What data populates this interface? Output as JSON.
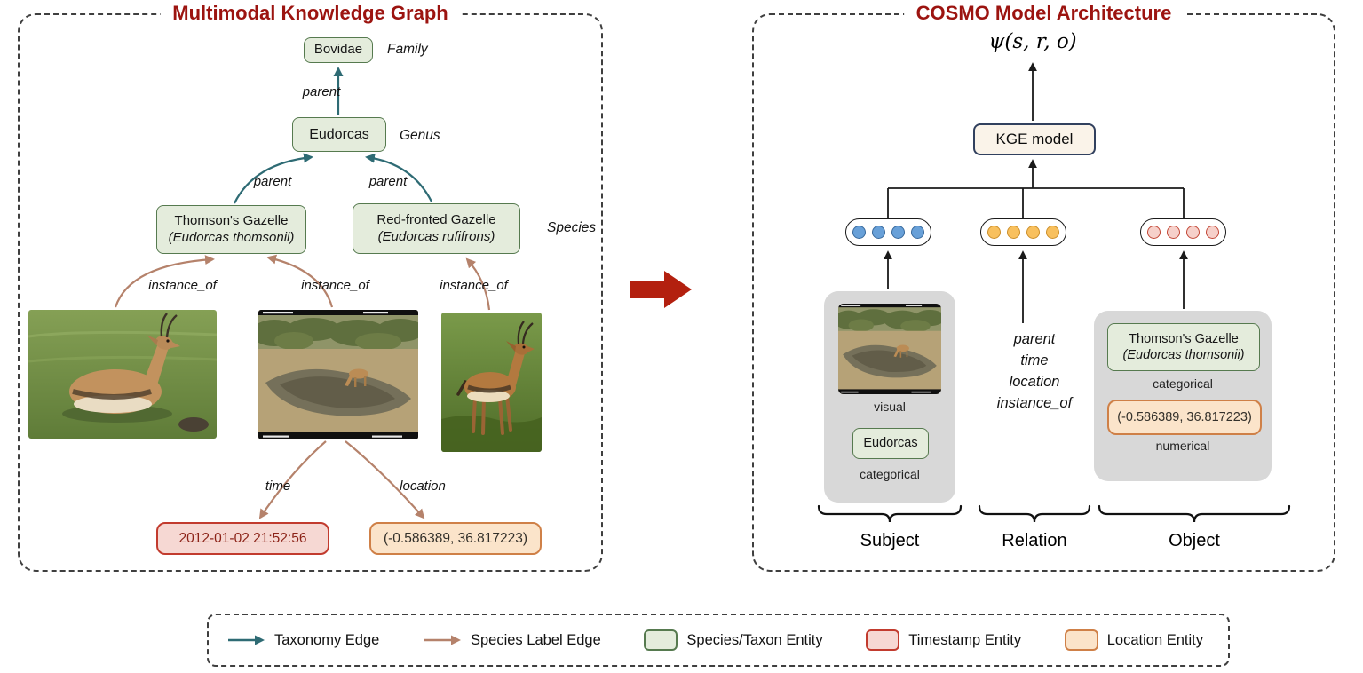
{
  "figure": {
    "left_title": "Multimodal Knowledge Graph",
    "right_title": "COSMO Model Architecture"
  },
  "kg": {
    "family_entity": "Bovidae",
    "family_rank": "Family",
    "genus_entity": "Eudorcas",
    "genus_rank": "Genus",
    "species_rank": "Species",
    "species1_name": "Thomson's Gazelle",
    "species1_sci": "(Eudorcas thomsonii)",
    "species2_name": "Red-fronted Gazelle",
    "species2_sci": "(Eudorcas rufifrons)",
    "edge_parent": "parent",
    "edge_instance_of": "instance_of",
    "edge_time": "time",
    "edge_location": "location",
    "timestamp_value": "2012-01-02 21:52:56",
    "location_value": "(-0.586389, 36.817223)"
  },
  "model": {
    "score_function": "ψ(s, r, o)",
    "kge_label": "KGE model",
    "subject": {
      "visual_caption": "visual",
      "entity": "Eudorcas",
      "type_caption": "categorical",
      "group_label": "Subject"
    },
    "relation": {
      "lines": [
        "parent",
        "time",
        "location",
        "instance_of"
      ],
      "group_label": "Relation"
    },
    "object": {
      "entity_name": "Thomson's Gazelle",
      "entity_sci": "(Eudorcas thomsonii)",
      "type_caption_categorical": "categorical",
      "numeric_value": "(-0.586389, 36.817223)",
      "type_caption_numerical": "numerical",
      "group_label": "Object"
    }
  },
  "legend": {
    "items": [
      {
        "icon": "taxonomy-edge-arrow-icon",
        "label": "Taxonomy Edge"
      },
      {
        "icon": "species-label-edge-arrow-icon",
        "label": "Species Label Edge"
      },
      {
        "icon": "species-taxon-entity-swatch",
        "label": "Species/Taxon Entity"
      },
      {
        "icon": "timestamp-entity-swatch",
        "label": "Timestamp Entity"
      },
      {
        "icon": "location-entity-swatch",
        "label": "Location Entity"
      }
    ]
  },
  "colors": {
    "title_red": "#9c1410",
    "taxonomy_edge_teal": "#2e6b74",
    "species_edge_brown": "#b5826b",
    "entity_green_fill": "#e4ecdc",
    "entity_green_border": "#567a4f",
    "timestamp_fill": "#f6d8d3",
    "timestamp_border": "#c23b2e",
    "location_fill": "#fbe4ca",
    "location_border": "#cf8047",
    "flow_arrow_red": "#b3200f",
    "embedding_blue": "#68a0d8",
    "embedding_orange": "#f8c05e",
    "embedding_pink": "#f6d0ca"
  }
}
